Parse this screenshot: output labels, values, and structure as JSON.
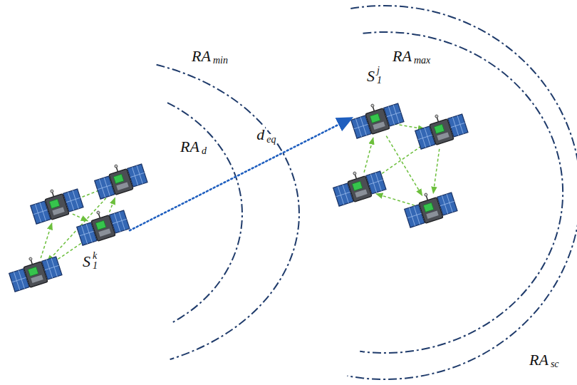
{
  "diagram": {
    "nodes": [
      {
        "text": [
          "S",
          "1",
          "k"
        ]
      },
      {
        "text": [
          "S",
          "1",
          "j"
        ]
      }
    ],
    "edges": [
      {
        "from": 0,
        "to": 1,
        "arrow": "to",
        "label": "d"
      }
    ],
    "labels": [
      "RA",
      "min",
      "RA",
      "d",
      "eq",
      "RA",
      "max",
      "RA",
      "sc"
    ]
  }
}
